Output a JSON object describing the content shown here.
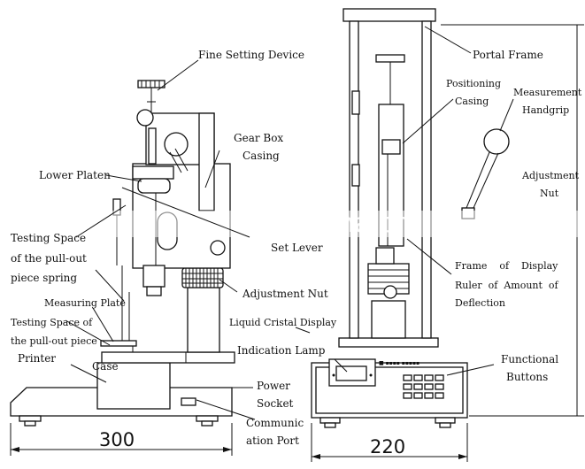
{
  "labels": {
    "fine_setting_device": "Fine Setting Device",
    "gear_box_casing_1": "Gear Box",
    "gear_box_casing_2": "Casing",
    "lower_platen": "Lower Platen",
    "testing_space_1": "Testing Space",
    "testing_space_2": "of the pull-out",
    "testing_space_3": "piece spring",
    "set_lever": "Set Lever",
    "measuring_plate": "Measuring Plate",
    "testing_space_b1": "Testing Space of",
    "testing_space_b2": "the pull-out piece",
    "adjustment_nut_left": "Adjustment Nut",
    "liquid_cristal_display": "Liquid Cristal Display",
    "indication_lamp": "Indication Lamp",
    "printer": "Printer",
    "case": "Case",
    "power_socket_1": "Power",
    "power_socket_2": "Socket",
    "communication_port_1": "Communic",
    "communication_port_2": "ation Port",
    "portal_frame": "Portal Frame",
    "positioning_casing_1": "Positioning",
    "positioning_casing_2": "Casing",
    "measurement_handgrip_1": "Measurement",
    "measurement_handgrip_2": "Handgrip",
    "adjustment_nut_right_1": "Adjustment",
    "adjustment_nut_right_2": "Nut",
    "frame_display_1": "Frame    of    Display",
    "frame_display_2": "Ruler  of  Amount  of",
    "frame_display_3": "Deflection",
    "functional_buttons_1": "Functional",
    "functional_buttons_2": "Buttons"
  },
  "dimensions": {
    "width_left": "300",
    "width_right": "220"
  },
  "watermark": "trade.china.cn"
}
